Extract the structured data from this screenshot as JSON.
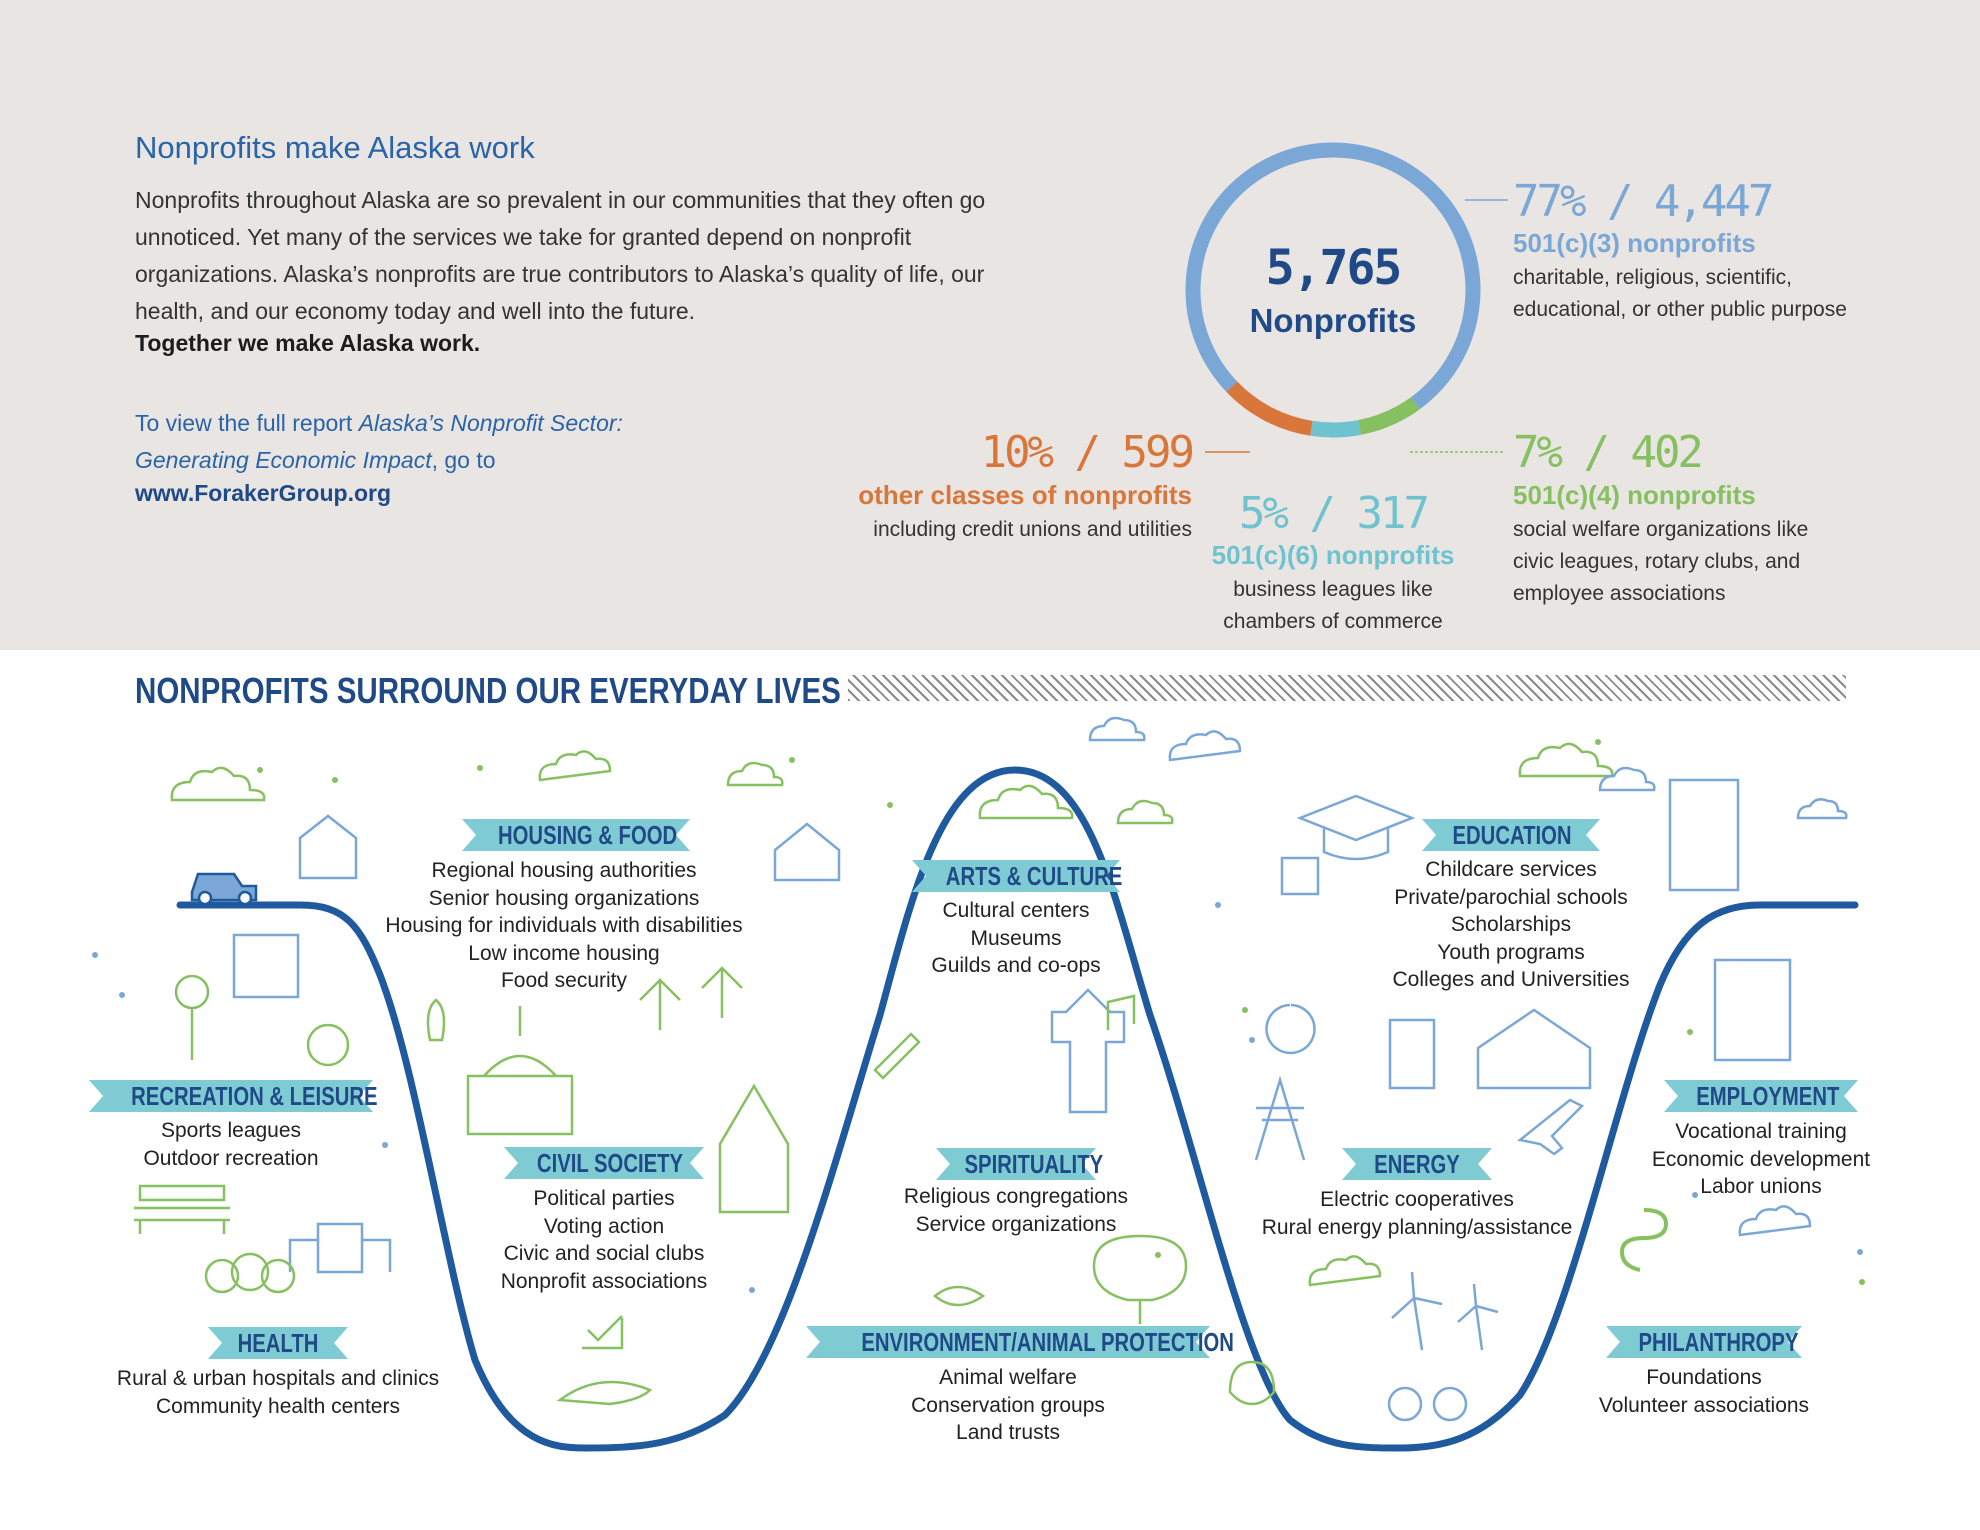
{
  "intro": {
    "title": "Nonprofits make Alaska work",
    "body": "Nonprofits throughout Alaska are so prevalent in our communities that they often go unnoticed. Yet many of the services we take for granted depend on nonprofit organizations. Alaska’s nonprofits are true contributors to Alaska’s quality of life, our health, and our economy today and well into the future.",
    "bold": "Together we make Alaska work.",
    "report_prefix": "To view the full report ",
    "report_title": "Alaska’s Nonprofit Sector: Generating Economic Impact",
    "report_suffix": ", go to",
    "report_url": "www.ForakerGroup.org"
  },
  "ring": {
    "total": "5,765",
    "label": "Nonprofits"
  },
  "stats": [
    {
      "value": "77% / 4,447",
      "label": "501(c)(3) nonprofits",
      "desc": [
        "charitable, religious, scientific,",
        "educational, or other public purpose"
      ],
      "color": "#7aa7d6"
    },
    {
      "value": "7% / 402",
      "label": "501(c)(4) nonprofits",
      "desc": [
        "social welfare organizations like",
        "civic leagues, rotary clubs, and",
        "employee associations"
      ],
      "color": "#86c060"
    },
    {
      "value": "5% / 317",
      "label": "501(c)(6) nonprofits",
      "desc": [
        "business leagues like",
        "chambers of commerce"
      ],
      "color": "#6fc3cf"
    },
    {
      "value": "10% / 599",
      "label": "other classes of nonprofits",
      "desc": [
        "including credit unions and utilities"
      ],
      "color": "#d9763a"
    }
  ],
  "chart_data": {
    "type": "pie",
    "categories": [
      "501(c)(3) nonprofits",
      "501(c)(4) nonprofits",
      "501(c)(6) nonprofits",
      "other classes of nonprofits"
    ],
    "values": [
      4447,
      402,
      317,
      599
    ],
    "percent": [
      77,
      7,
      5,
      10
    ],
    "colors": [
      "#7aa7d6",
      "#86c060",
      "#6fc3cf",
      "#d9763a"
    ]
  },
  "section_title": "NONPROFITS SURROUND OUR EVERYDAY LIVES",
  "categories": {
    "recreation": {
      "title": "RECREATION & LEISURE",
      "items": [
        "Sports leagues",
        "Outdoor recreation"
      ]
    },
    "health": {
      "title": "HEALTH",
      "items": [
        "Rural & urban hospitals and clinics",
        "Community health centers"
      ]
    },
    "housing": {
      "title": "HOUSING & FOOD",
      "items": [
        "Regional housing authorities",
        "Senior housing organizations",
        "Housing for individuals with disabilities",
        "Low income housing",
        "Food security"
      ]
    },
    "civil": {
      "title": "CIVIL SOCIETY",
      "items": [
        "Political parties",
        "Voting action",
        "Civic and social clubs",
        "Nonprofit associations"
      ]
    },
    "arts": {
      "title": "ARTS & CULTURE",
      "items": [
        "Cultural centers",
        "Museums",
        "Guilds and co-ops"
      ]
    },
    "spirituality": {
      "title": "SPIRITUALITY",
      "items": [
        "Religious congregations",
        "Service organizations"
      ]
    },
    "environment": {
      "title": "ENVIRONMENT/ANIMAL PROTECTION",
      "items": [
        "Animal welfare",
        "Conservation groups",
        "Land trusts"
      ]
    },
    "education": {
      "title": "EDUCATION",
      "items": [
        "Childcare services",
        "Private/parochial schools",
        "Scholarships",
        "Youth programs",
        "Colleges and Universities"
      ]
    },
    "energy": {
      "title": "ENERGY",
      "items": [
        "Electric cooperatives",
        "Rural energy planning/assistance"
      ]
    },
    "employment": {
      "title": "EMPLOYMENT",
      "items": [
        "Vocational training",
        "Economic development",
        "Labor unions"
      ]
    },
    "philanthropy": {
      "title": "PHILANTHROPY",
      "items": [
        "Foundations",
        "Volunteer associations"
      ]
    }
  },
  "icons": [
    "car-icon",
    "house-icon",
    "cloud-icon",
    "building-icon",
    "basketball-hoop-icon",
    "tennis-ball-icon",
    "bench-icon",
    "trees-icon",
    "hospital-icon",
    "carrot-icon",
    "capitol-icon",
    "wheat-icon",
    "barn-icon",
    "church-icon",
    "checkbox-icon",
    "snowmachine-icon",
    "film-icon",
    "pencil-icon",
    "museum-icon",
    "music-note-icon",
    "fish-icon",
    "tree-icon",
    "bird-icon",
    "graduation-cap-icon",
    "sun-icon",
    "apple-block-icon",
    "book-icon",
    "school-icon",
    "power-tower-icon",
    "airplane-icon",
    "wind-turbine-icon",
    "bicycle-icon",
    "office-building-icon",
    "dollar-icon",
    "star-icon",
    "sparkle-icon"
  ]
}
